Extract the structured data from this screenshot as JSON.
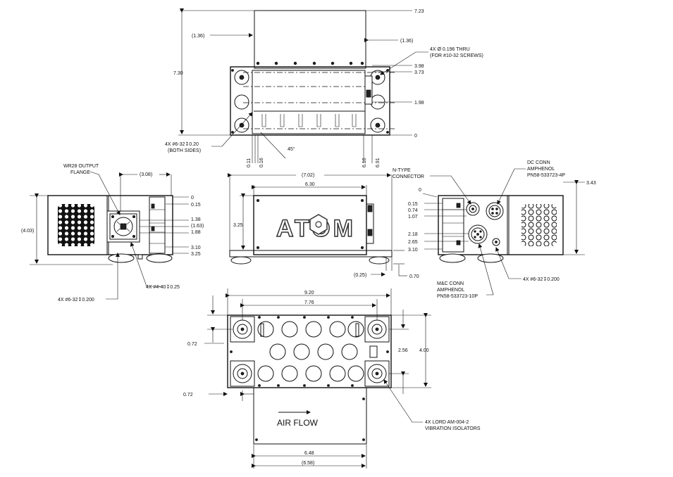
{
  "labels": {
    "d_723": "7.23",
    "d_136_left": "(1.36)",
    "d_136_right": "(1.36)",
    "thru_1": "4X Ø 0.196 THRU",
    "thru_2": "(FOR #10-32 SCREWS)",
    "d_730": "7.30",
    "d_398": "3.98",
    "d_373": "3.73",
    "d_198": "1.98",
    "d_0_top": "0",
    "screw_both_1": "4X #6-32↧0.20",
    "screw_both_2": "(BOTH SIDES)",
    "d_011": "0.11",
    "d_016": "0.16",
    "d_616": "6.16",
    "d_691": "6.91",
    "angle_45": "45°",
    "wr28_1": "WR28 OUTPUT",
    "wr28_2": "FLANGE",
    "d_308": "(3.08)",
    "d_0_left": "0",
    "d_015_left": "0.15",
    "d_138": "1.38",
    "d_163": "(1.63)",
    "d_188": "1.88",
    "d_310_left": "3.10",
    "d_325_left": "3.25",
    "d_403": "(4.03)",
    "screw_4x440": "4X #4-40↧0.25",
    "screw_4x632_left": "4X #6-32↧0.200",
    "d_702": "(7.02)",
    "d_630": "6.30",
    "d_325_mid": "3.25",
    "brand": "ATOM",
    "d_025": "(0.25)",
    "d_070": "0.70",
    "ntype_1": "N-TYPE",
    "ntype_2": "CONNECTOR",
    "dc_1": "DC CONN",
    "dc_2": "AMPHENOL",
    "dc_3": "PN58-533723-4P",
    "d_343": "3.43",
    "d_0_right": "0",
    "d_015_right": "0.15",
    "d_074": "0.74",
    "d_107": "1.07",
    "d_218": "2.18",
    "d_265": "2.65",
    "d_310_right": "3.10",
    "screw_4x632_right": "4X #6-32↧0.200",
    "mc_1": "M&C CONN",
    "mc_2": "AMPHENOL",
    "mc_3": "PN58-533723-10P",
    "d_920": "9.20",
    "d_776": "7.76",
    "d_072_a": "0.72",
    "d_072_b": "0.72",
    "d_256": "2.56",
    "d_400": "4.00",
    "airflow": "AIR FLOW",
    "lord_1": "4X LORD AM-004-2",
    "lord_2": "VIBRATION ISOLATORS",
    "d_648": "6.48",
    "d_658": "(6.58)"
  }
}
